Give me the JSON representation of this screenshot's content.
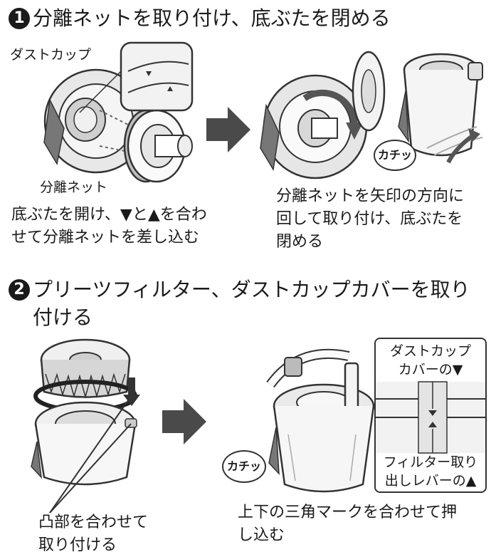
{
  "step1": {
    "number": "1",
    "title": "分離ネットを取り付け、底ぶたを閉める",
    "label_dustcup": "ダストカップ",
    "label_net": "分離ネット",
    "caption_left": [
      "底ぶたを開け、▼と▲を合わ",
      "せて分離ネットを差し込む"
    ],
    "caption_right": [
      "分離ネットを矢印の方向に",
      "回して取り付け、底ぶたを",
      "閉める"
    ],
    "click_label": "カチッ"
  },
  "step2": {
    "number": "2",
    "title": [
      "プリーツフィルター、ダストカップカバーを取り",
      "付ける"
    ],
    "caption_left": [
      "凸部を合わせて",
      "取り付ける"
    ],
    "caption_right": [
      "上下の三角マークを合わせて押",
      "し込む"
    ],
    "click_label": "カチッ",
    "inset_top": [
      "ダストカップ",
      "カバーの▼"
    ],
    "inset_bottom": [
      "フィルター取り",
      "出しレバーの▲"
    ]
  },
  "colors": {
    "text": "#1a1a1a",
    "arrow": "#4a4a4a",
    "device_light": "#e6e6e6",
    "device_dark": "#555555"
  }
}
